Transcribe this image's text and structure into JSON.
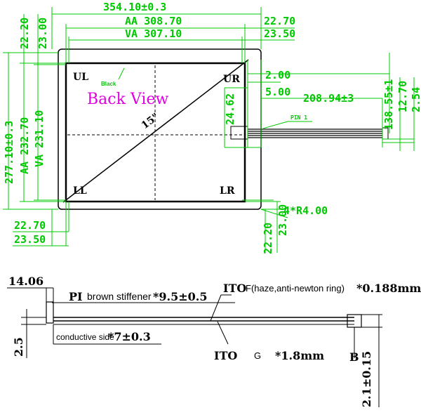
{
  "top_view": {
    "dims": {
      "overall_width": "354.10±0.3",
      "aa_width": "AA 308.70",
      "va_width": "VA 307.10",
      "right_top_1": "22.70",
      "right_top_2": "23.50",
      "left_top_1": "22.20",
      "left_top_2": "23.00",
      "overall_height": "277.10±0.3",
      "aa_height": "AA 232.70",
      "va_height": "VA 231.10",
      "bottom_left_1": "22.70",
      "bottom_left_2": "23.50",
      "bottom_right_1": "22.20",
      "bottom_right_2": "23.00",
      "corner_radius": "4*R4.00",
      "tail_offset_1": "2.00",
      "tail_offset_2": "5.00",
      "tail_length": "208.94±3",
      "tail_width": "24.62",
      "tail_right_1": "138.55±1",
      "tail_right_2": "12.70",
      "tail_right_3": "2.54"
    },
    "labels": {
      "ul": "UL",
      "ur": "UR",
      "ll": "LL",
      "lr": "LR",
      "back_view": "Back View",
      "diagonal": "15\"",
      "black": "Black",
      "pin1": "PIN 1"
    }
  },
  "side_view": {
    "dim_top": "14.06",
    "dim_left": "2.5",
    "pi_label": "PI",
    "pi_desc": "brown stiffener",
    "pi_value": "*9.5±0.5",
    "ito_f_label": "ITO",
    "ito_f_desc": "F(haze,anti-newton ring)",
    "ito_f_value": "*0.188mm",
    "conductive_desc": "conductive side",
    "conductive_value": "*7±0.3",
    "ito_g_label": "ITO",
    "ito_g_letter": "G",
    "ito_g_value": "*1.8mm",
    "b_label": "B",
    "b_value": "2.1±0.15"
  },
  "colors": {
    "dimension": "#00c800",
    "title": "#e000e0",
    "outline": "#000000"
  }
}
